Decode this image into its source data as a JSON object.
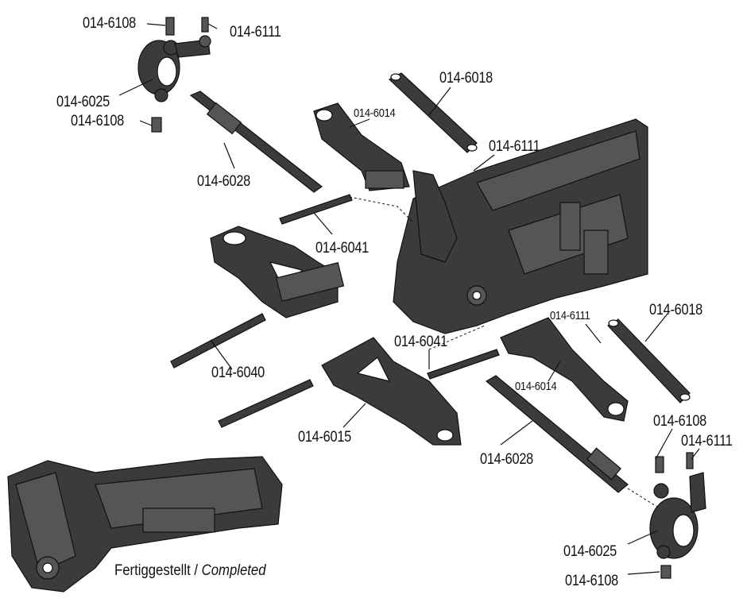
{
  "labels": {
    "l1": "014-6108",
    "l2": "014-6111",
    "l3": "014-6025",
    "l4": "014-6108",
    "l5": "014-6028",
    "l6": "014-6014",
    "l7": "014-6018",
    "l8": "014-6111",
    "l9": "014-6041",
    "l10": "014-6040",
    "l11": "014-6041",
    "l12": "014-6111",
    "l13": "014-6018",
    "l14": "014-6014",
    "l15": "014-6015",
    "l16": "014-6028",
    "l17": "014-6108",
    "l18": "014-6111",
    "l19": "014-6025",
    "l20": "014-6108"
  },
  "caption": {
    "de": "Fertiggestellt /",
    "en": "Completed"
  }
}
